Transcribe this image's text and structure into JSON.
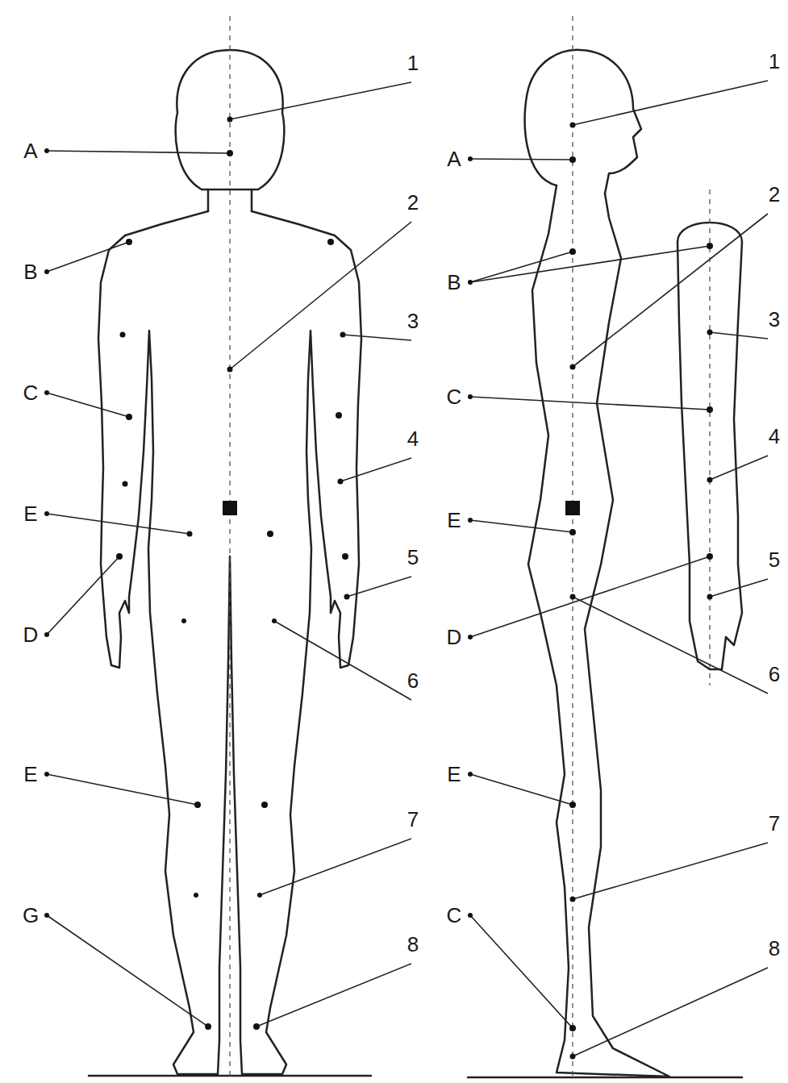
{
  "diagram": {
    "labels": [
      "A",
      "B",
      "C",
      "E",
      "D",
      "E",
      "G",
      "1",
      "2",
      "3",
      "4",
      "5",
      "6",
      "7",
      "8",
      "A",
      "B",
      "C",
      "E",
      "D",
      "E",
      "C",
      "1",
      "2",
      "3",
      "4",
      "5",
      "6",
      "7",
      "8"
    ]
  }
}
